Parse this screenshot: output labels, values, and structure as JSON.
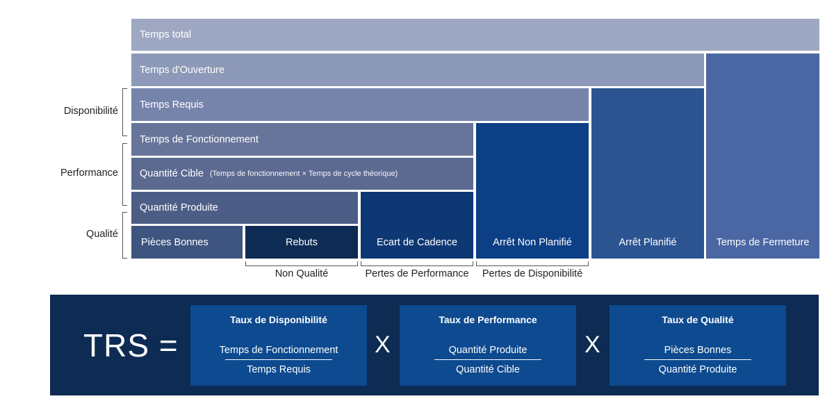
{
  "blocks": {
    "temps_total": "Temps total",
    "temps_ouverture": "Temps d'Ouverture",
    "temps_requis": "Temps Requis",
    "temps_fonctionnement": "Temps de Fonctionnement",
    "quantite_cible": "Quantité Cible",
    "quantite_cible_detail": "(Temps de fonctionnement × Temps de cycle théorique)",
    "quantite_produite": "Quantité Produite",
    "pieces_bonnes": "Pièces Bonnes",
    "rebuts": "Rebuts",
    "ecart_cadence": "Ecart de Cadence",
    "arret_non_planifie": "Arrêt Non Planifié",
    "arret_planifie": "Arrêt Planifié",
    "temps_fermeture": "Temps de Fermeture"
  },
  "side_labels": {
    "disponibilite": "Disponibilité",
    "performance": "Performance",
    "qualite": "Qualité"
  },
  "bottom_labels": {
    "non_qualite": "Non Qualité",
    "pertes_performance": "Pertes de Performance",
    "pertes_disponibilite": "Pertes de Disponibilité"
  },
  "formula": {
    "lhs": "TRS =",
    "operator": "X",
    "ratios": [
      {
        "title": "Taux de Disponibilité",
        "numerator": "Temps de Fonctionnement",
        "denominator": "Temps Requis"
      },
      {
        "title": "Taux de Performance",
        "numerator": "Quantité Produite",
        "denominator": "Quantité Cible"
      },
      {
        "title": "Taux de Qualité",
        "numerator": "Pièces Bonnes",
        "denominator": "Quantité Produite"
      }
    ]
  },
  "colors": {
    "temps_total": "#9fa8c2",
    "temps_ouverture": "#8d99b8",
    "temps_requis": "#7684ab",
    "temps_fonctionnement": "#68759a",
    "quantite_cible": "#5c6a92",
    "quantite_produite": "#4d5e86",
    "pieces_bonnes": "#3e5580",
    "rebuts": "#0d2b53",
    "ecart_cadence": "#0e3874",
    "arret_non_planifie": "#0d3f86",
    "arret_planifie": "#2b5491",
    "temps_fermeture": "#4a67a3",
    "formula_background": "#0d2b53",
    "ratio_box": "#0d4a8f"
  }
}
